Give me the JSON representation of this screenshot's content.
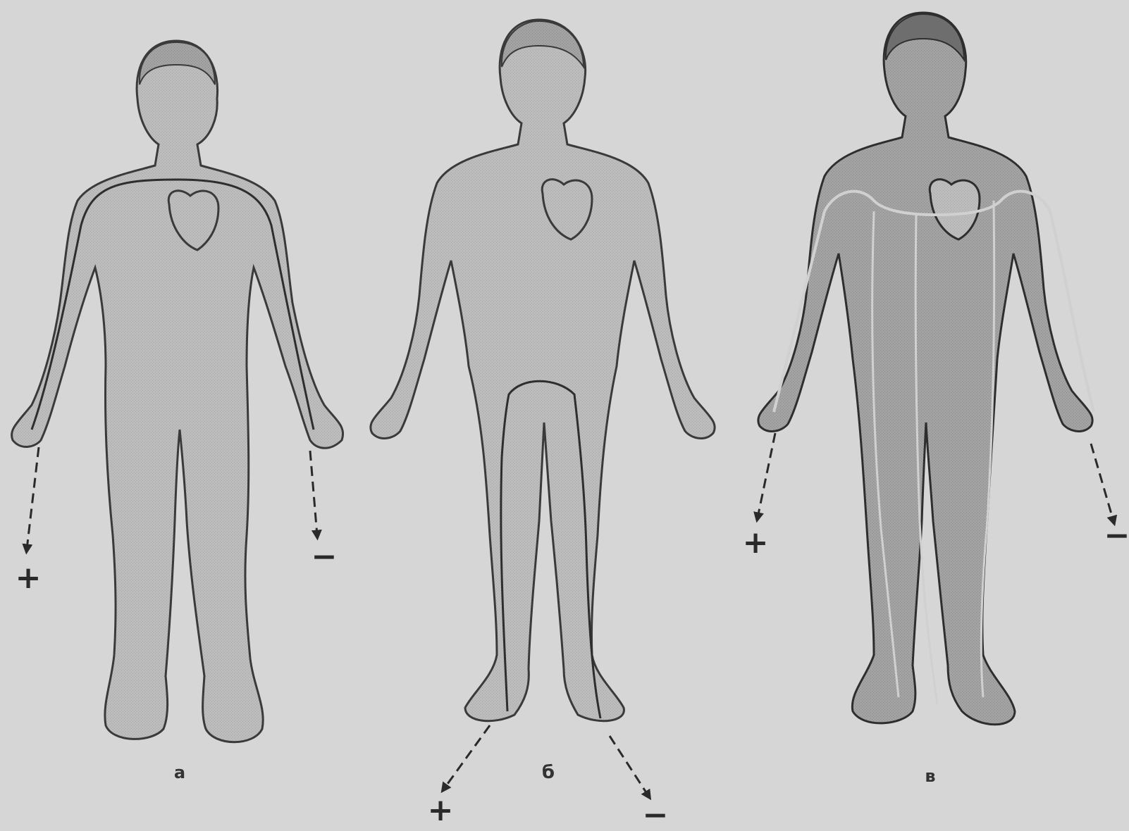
{
  "figures": [
    {
      "id": "a",
      "label": "а",
      "positive_sign": "+",
      "negative_sign": "−",
      "current_path": "hand-to-hand"
    },
    {
      "id": "b",
      "label": "б",
      "positive_sign": "+",
      "negative_sign": "−",
      "current_path": "foot-to-foot"
    },
    {
      "id": "c",
      "label": "в",
      "positive_sign": "+",
      "negative_sign": "−",
      "current_path": "hand-to-hand-via-whole-body"
    }
  ],
  "colors": {
    "background": "#d6d6d6",
    "body_fill": "#bdbdbd",
    "body_fill_dark": "#9c9c9c",
    "outline": "#3a3a3a",
    "current_line": "#2e2e2e"
  }
}
